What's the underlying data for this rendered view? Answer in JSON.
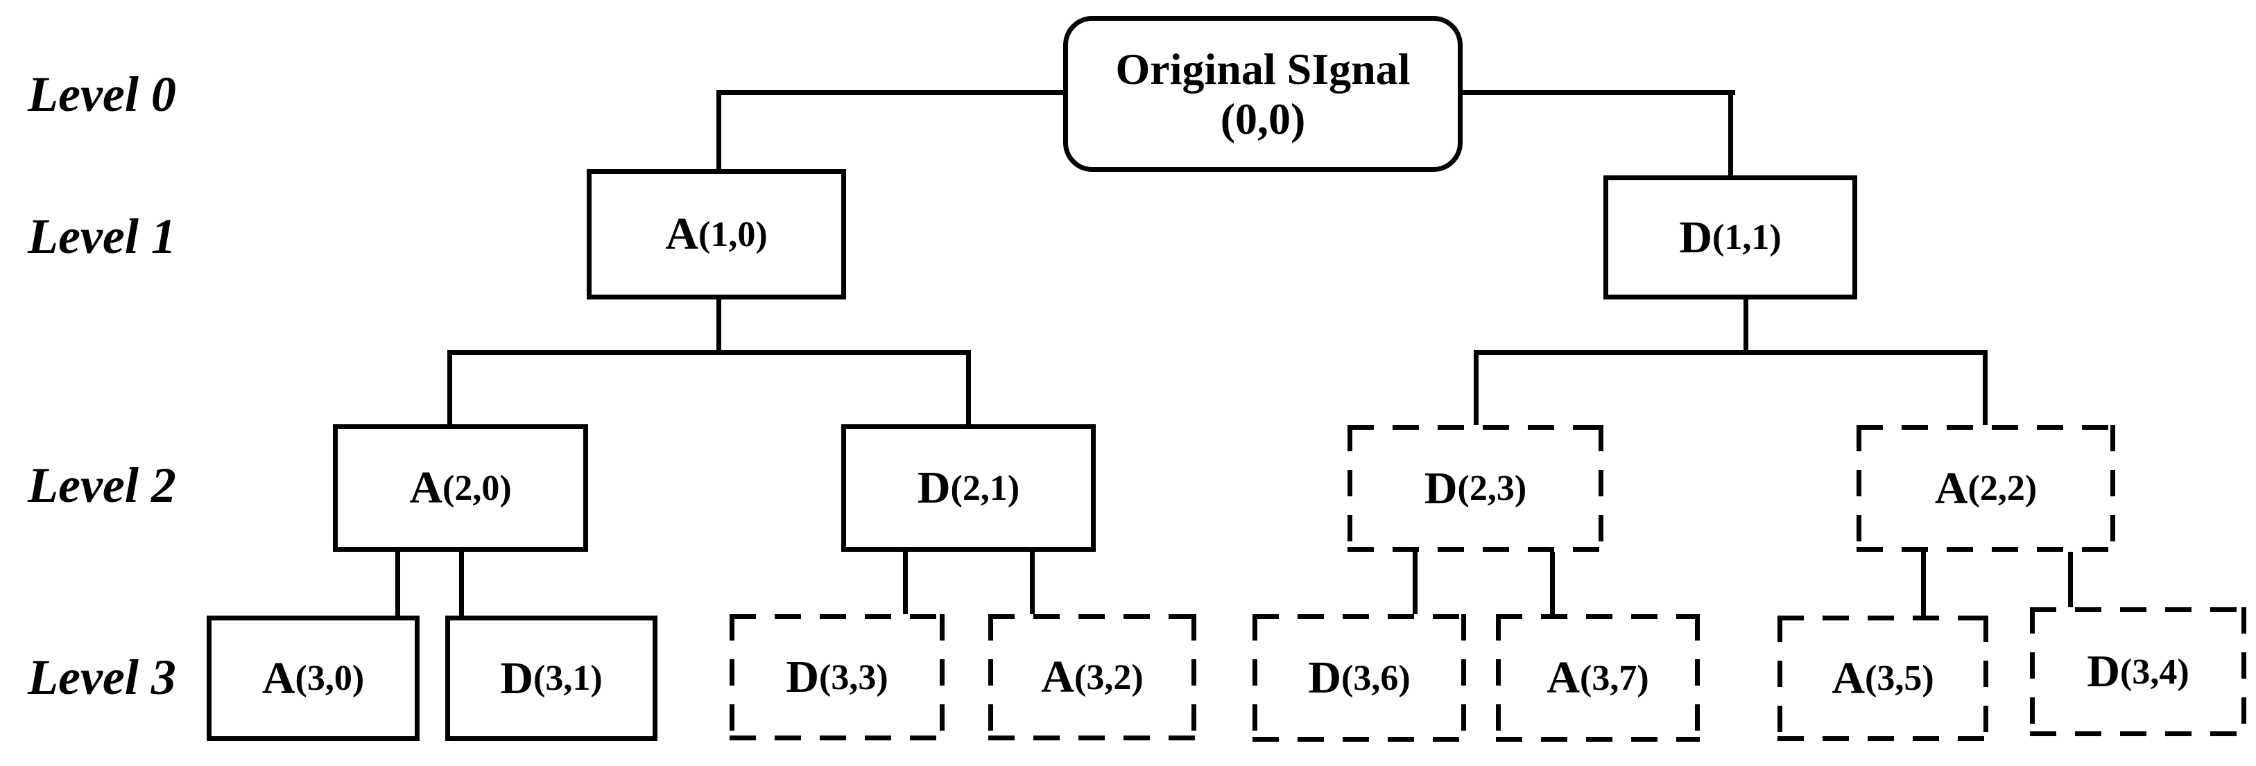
{
  "figure": {
    "background": "#ffffff",
    "line_color": "#000000",
    "root": {
      "line1": "Original SIgnal",
      "line2": "(0,0)"
    },
    "level_labels": [
      "Level 0",
      "Level 1",
      "Level 2",
      "Level 3"
    ],
    "nodes": [
      {
        "letter": "A",
        "suffix": "(1,0)",
        "style": "solid",
        "level": 1
      },
      {
        "letter": "D",
        "suffix": "(1,1)",
        "style": "solid",
        "level": 1
      },
      {
        "letter": "A",
        "suffix": "(2,0)",
        "style": "solid",
        "level": 2
      },
      {
        "letter": "D",
        "suffix": "(2,1)",
        "style": "solid",
        "level": 2
      },
      {
        "letter": "D",
        "suffix": "(2,3)",
        "style": "dashed",
        "level": 2
      },
      {
        "letter": "A",
        "suffix": "(2,2)",
        "style": "dashed",
        "level": 2
      },
      {
        "letter": "A",
        "suffix": "(3,0)",
        "style": "solid",
        "level": 3
      },
      {
        "letter": "D",
        "suffix": "(3,1)",
        "style": "solid",
        "level": 3
      },
      {
        "letter": "D",
        "suffix": "(3,3)",
        "style": "dashed",
        "level": 3
      },
      {
        "letter": "A",
        "suffix": "(3,2)",
        "style": "dashed",
        "level": 3
      },
      {
        "letter": "D",
        "suffix": "(3,6)",
        "style": "dashed",
        "level": 3
      },
      {
        "letter": "A",
        "suffix": "(3,7)",
        "style": "dashed",
        "level": 3
      },
      {
        "letter": "A",
        "suffix": "(3,5)",
        "style": "dashed",
        "level": 3
      },
      {
        "letter": "D",
        "suffix": "(3,4)",
        "style": "dashed",
        "level": 3
      }
    ]
  }
}
